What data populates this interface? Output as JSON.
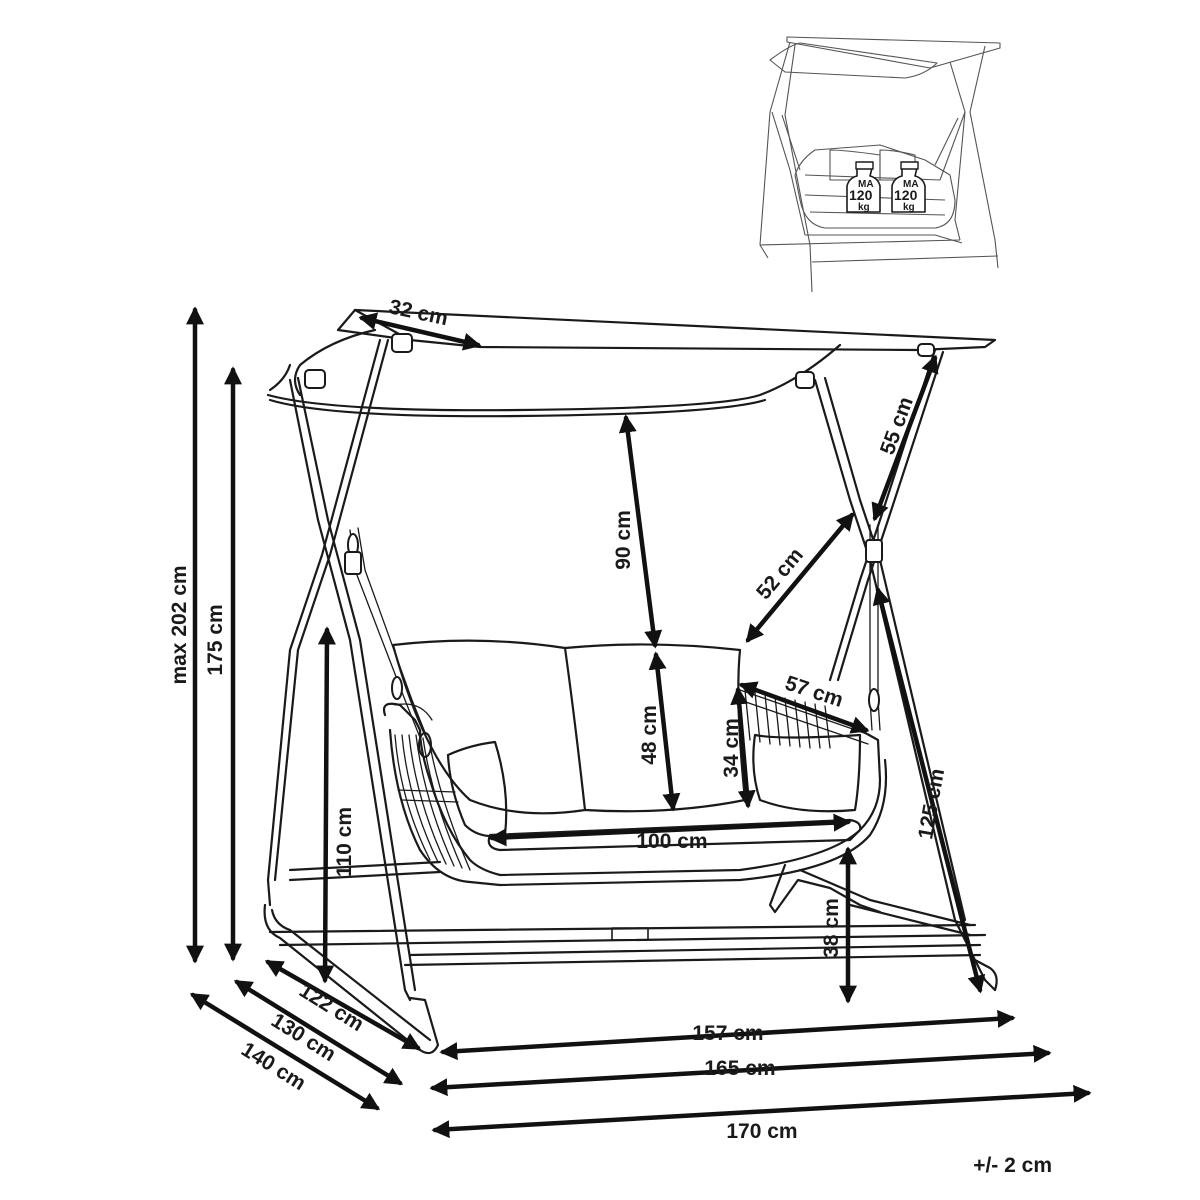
{
  "thumbnail": {
    "weight_badges": [
      {
        "top": "MA",
        "value": "120",
        "unit": "kg"
      },
      {
        "top": "MA",
        "value": "120",
        "unit": "kg"
      }
    ]
  },
  "dimensions": {
    "canopy_depth": "32 cm",
    "max_height": "max 202 cm",
    "frame_height": "175 cm",
    "canopy_to_seat": "90 cm",
    "chain_length_side": "55 cm",
    "chain_length": "52 cm",
    "armrest_depth": "57 cm",
    "backrest_height": "48 cm",
    "armrest_height": "34 cm",
    "seat_width": "100 cm",
    "top_to_seat_total": "110 cm",
    "chain_total": "125 cm",
    "seat_ground_clearance": "38 cm",
    "depth_1": "122 cm",
    "depth_2": "130 cm",
    "depth_3": "140 cm",
    "width_1": "157 cm",
    "width_2": "165 cm",
    "width_3": "170 cm",
    "tolerance": "+/- 2 cm"
  }
}
